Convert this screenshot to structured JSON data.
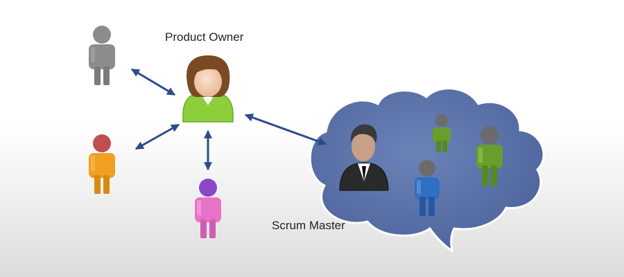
{
  "diagram": {
    "labels": {
      "product_owner": "Product Owner",
      "scrum_master": "Scrum Master"
    },
    "stakeholders": [
      {
        "name": "stakeholder-gray",
        "color": "#8c8c8c"
      },
      {
        "name": "stakeholder-orange",
        "color": "#f0a020"
      },
      {
        "name": "stakeholder-pink",
        "color": "#e872c8"
      }
    ],
    "team_members": [
      {
        "name": "team-member-small-green",
        "color": "#6a9e2a"
      },
      {
        "name": "team-member-large-green",
        "color": "#6a9e2a"
      },
      {
        "name": "team-member-blue",
        "color": "#2f6fc4"
      }
    ],
    "colors": {
      "team_cloud": "#5b72aa",
      "arrow": "#2b4c8c",
      "product_owner_shirt": "#8ccf3a"
    }
  }
}
